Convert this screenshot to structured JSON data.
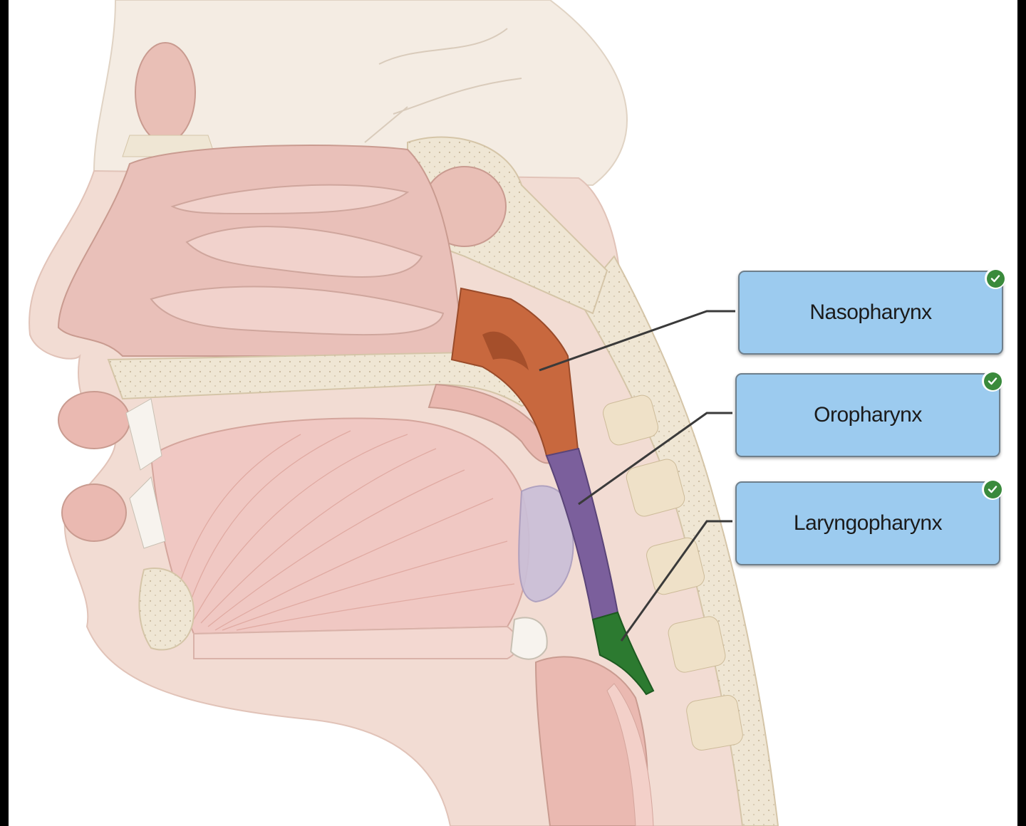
{
  "labels": [
    {
      "text": "Nasopharynx",
      "status": "correct",
      "region_color": "#c8683e"
    },
    {
      "text": "Oropharynx",
      "status": "correct",
      "region_color": "#7b5f9c"
    },
    {
      "text": "Laryngopharynx",
      "status": "correct",
      "region_color": "#2c7a30"
    }
  ],
  "icons": {
    "status": "check-circle-icon"
  },
  "colors": {
    "label_fill": "#9ccbef",
    "label_border": "#6e7f8c",
    "check": "#3a8a3c",
    "tissue": "#f0c8c3",
    "bone": "#efe6d4"
  }
}
